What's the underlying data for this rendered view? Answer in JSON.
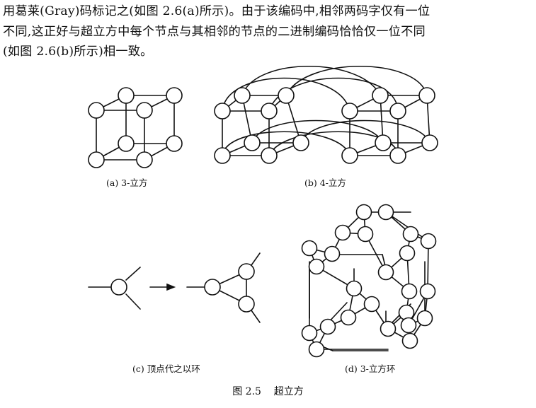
{
  "paragraph": {
    "lines": [
      "用葛莱(Gray)码标记之(如图 2.6(a)所示)。由于该编码中,相邻两码字仅有一位",
      "不同,这正好与超立方中每个节点与其相邻的节点的二进制编码恰恰仅一位不同",
      "(如图 2.6(b)所示)相一致。"
    ]
  },
  "subfigures": {
    "a": "(a) 3-立方",
    "b": "(b) 4-立方",
    "c": "(c) 顶点代之以环",
    "d": "(d) 3-立方环"
  },
  "figure_caption": "图 2.5    超立方"
}
